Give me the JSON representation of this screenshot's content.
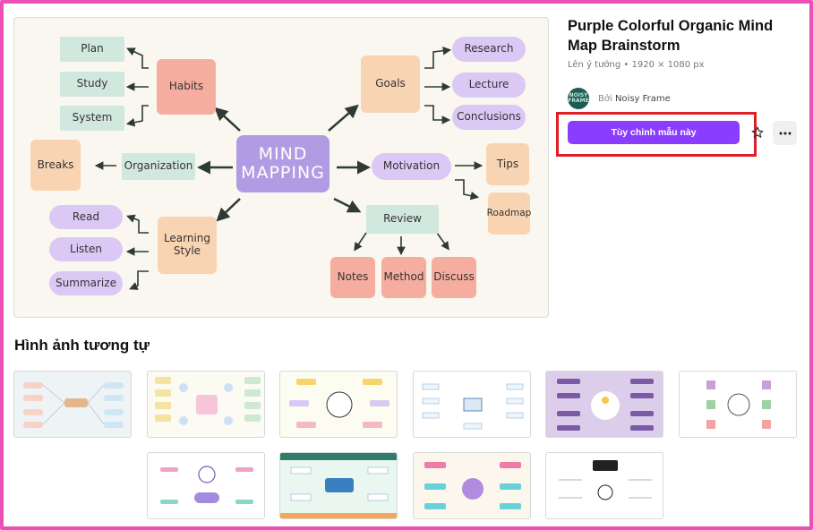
{
  "template": {
    "title": "Purple Colorful Organic Mind Map Brainstorm",
    "meta": "Lên ý tưởng • 1920 × 1080 px",
    "author_prefix": "Bởi",
    "author_name": "Noisy Frame",
    "avatar_text": "NOISY FRAME",
    "cta_label": "Tùy chỉnh mẫu này"
  },
  "mindmap": {
    "center": "MIND MAPPING",
    "habits": "Habits",
    "plan": "Plan",
    "study": "Study",
    "system": "System",
    "organization": "Organization",
    "breaks": "Breaks",
    "learning_style": "Learning Style",
    "read": "Read",
    "listen": "Listen",
    "summarize": "Summarize",
    "goals": "Goals",
    "research": "Research",
    "lecture": "Lecture",
    "conclusions": "Conclusions",
    "motivation": "Motivation",
    "tips": "Tips",
    "roadmap": "Roadmap",
    "review": "Review",
    "notes": "Notes",
    "method": "Method",
    "discuss": "Discuss"
  },
  "similar": {
    "heading": "Hình ảnh tương tự",
    "thumbs": [
      "mind-map-1",
      "mind-map-2",
      "mind-map-3",
      "mind-map-4",
      "mind-map-5",
      "mind-map-6",
      "mind-map-7",
      "mind-map-8",
      "mind-map-9",
      "mind-map-10"
    ]
  },
  "colors": {
    "accent": "#8b3dff",
    "highlight": "#e01e26",
    "frame": "#ec4fb6"
  }
}
